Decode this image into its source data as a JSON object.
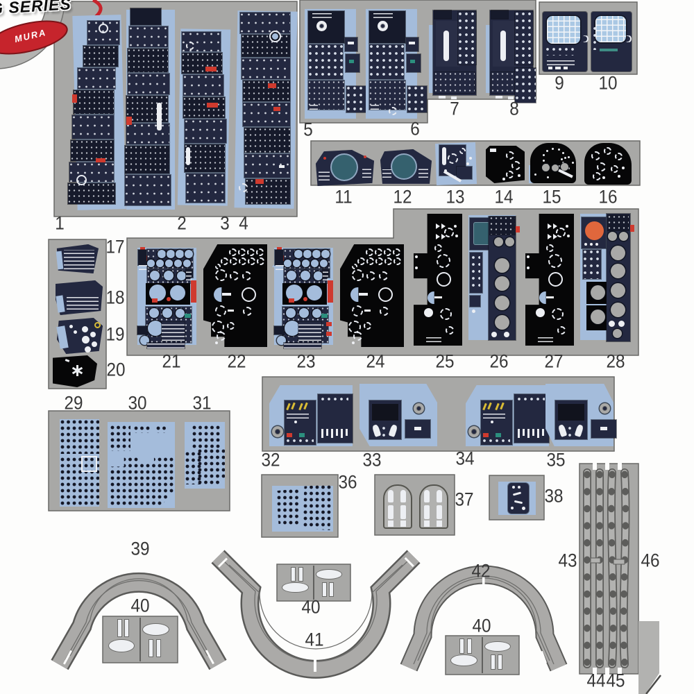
{
  "logo": {
    "series_text": "G SERIES",
    "badge_text": "MURA"
  },
  "part_labels": [
    {
      "text": "1"
    },
    {
      "text": "2"
    },
    {
      "text": "3"
    },
    {
      "text": "4"
    },
    {
      "text": "5"
    },
    {
      "text": "6"
    },
    {
      "text": "7"
    },
    {
      "text": "8"
    },
    {
      "text": "9"
    },
    {
      "text": "10"
    },
    {
      "text": "11"
    },
    {
      "text": "12"
    },
    {
      "text": "13"
    },
    {
      "text": "14"
    },
    {
      "text": "15"
    },
    {
      "text": "16"
    },
    {
      "text": "17"
    },
    {
      "text": "18"
    },
    {
      "text": "19"
    },
    {
      "text": "20"
    },
    {
      "text": "21"
    },
    {
      "text": "22"
    },
    {
      "text": "23"
    },
    {
      "text": "24"
    },
    {
      "text": "25"
    },
    {
      "text": "26"
    },
    {
      "text": "27"
    },
    {
      "text": "28"
    },
    {
      "text": "29"
    },
    {
      "text": "30"
    },
    {
      "text": "31"
    },
    {
      "text": "32"
    },
    {
      "text": "33"
    },
    {
      "text": "34"
    },
    {
      "text": "35"
    },
    {
      "text": "36"
    },
    {
      "text": "37"
    },
    {
      "text": "38"
    },
    {
      "text": "39"
    },
    {
      "text": "40"
    },
    {
      "text": "40"
    },
    {
      "text": "41"
    },
    {
      "text": "40"
    },
    {
      "text": "42"
    },
    {
      "text": "43"
    },
    {
      "text": "44"
    },
    {
      "text": "45"
    },
    {
      "text": "46"
    }
  ],
  "plates": [
    {
      "parts": [
        "1",
        "2",
        "3",
        "4"
      ]
    },
    {
      "parts": [
        "5",
        "6",
        "7",
        "8"
      ]
    },
    {
      "parts": [
        "9",
        "10"
      ]
    },
    {
      "parts": [
        "11",
        "12",
        "13",
        "14",
        "15",
        "16"
      ]
    },
    {
      "parts": [
        "17",
        "18",
        "19",
        "20"
      ]
    },
    {
      "parts": [
        "21",
        "22",
        "23",
        "24",
        "25",
        "26",
        "27",
        "28"
      ]
    },
    {
      "parts": [
        "29",
        "30",
        "31"
      ]
    },
    {
      "parts": [
        "32",
        "33",
        "34",
        "35"
      ]
    },
    {
      "parts": [
        "36"
      ]
    },
    {
      "parts": [
        "37"
      ]
    },
    {
      "parts": [
        "38"
      ]
    },
    {
      "parts": [
        "43",
        "44",
        "45",
        "46"
      ]
    }
  ],
  "loose_parts": [
    "39",
    "40",
    "41",
    "42"
  ],
  "colors": {
    "plate_gray": "#a9a9a7",
    "plate_gray_light": "#b1b1af",
    "backing_film_blue": "#a4bcdb",
    "panel_navy": "#232840",
    "panel_navy_dark": "#161a2b",
    "panel_black": "#060607",
    "accent_red": "#cf3a2e",
    "accent_orange": "#e0673c",
    "accent_yellow": "#d9bc35",
    "accent_teal": "#2c8f7e",
    "screen_teal": "#35616e",
    "mfd_grid_blue": "#aac8e4",
    "logo_red": "#c6242c",
    "label_text": "#383838"
  }
}
